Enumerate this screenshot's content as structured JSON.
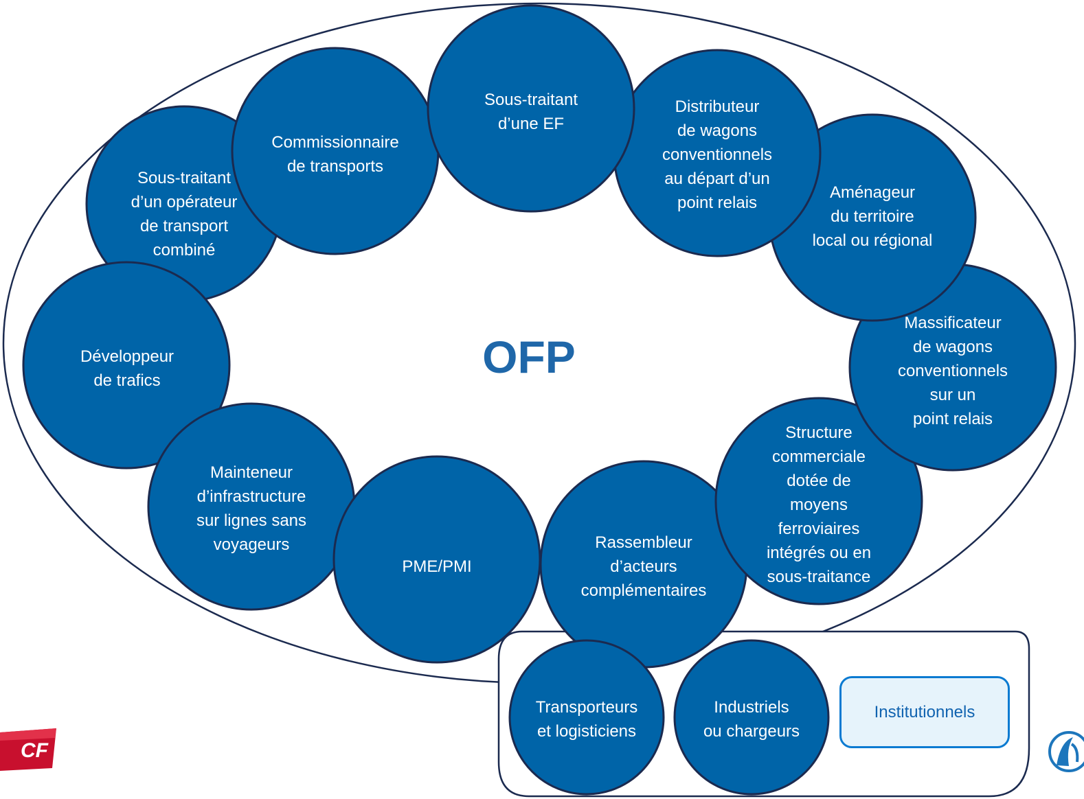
{
  "center": {
    "title": "OFP"
  },
  "actors": [
    {
      "id": "sous-traitant-ef",
      "label": "Sous-traitant\nd’une EF"
    },
    {
      "id": "distributeur-wagons",
      "label": "Distributeur\nde wagons\nconventionnels\nau départ d’un\npoint relais"
    },
    {
      "id": "amenageur-territoire",
      "label": "Aménageur\ndu territoire\nlocal ou régional"
    },
    {
      "id": "massificateur-wagons",
      "label": "Massificateur\nde wagons\nconventionnels\nsur un\npoint relais"
    },
    {
      "id": "structure-commerciale",
      "label": "Structure\ncommerciale\ndotée de\nmoyens\nferroviaires\nintégrés ou en\nsous-traitance"
    },
    {
      "id": "rassembleur-acteurs",
      "label": "Rassembleur\nd’acteurs\ncomplémentaires"
    },
    {
      "id": "pme-pmi",
      "label": "PME/PMI"
    },
    {
      "id": "mainteneur-infrastructure",
      "label": "Mainteneur\nd’infrastructure\nsur lignes sans\nvoyageurs"
    },
    {
      "id": "developpeur-trafics",
      "label": "Développeur\nde trafics"
    },
    {
      "id": "sous-traitant-operateur",
      "label": "Sous-traitant\nd’un opérateur\nde transport\ncombiné"
    },
    {
      "id": "commissionnaire-transports",
      "label": "Commissionnaire\nde transports"
    }
  ],
  "partners": {
    "transporteurs": "Transporteurs\net logisticiens",
    "industriels": "Industriels\nou chargeurs",
    "institutionnels": "Institutionnels"
  },
  "logos": {
    "left": "sncf-logo",
    "right": "partner-logo"
  },
  "colors": {
    "circle_fill": "#0064a8",
    "circle_stroke": "#1b2a4f",
    "title": "#1f67a9",
    "outline": "#1b2a4f"
  }
}
